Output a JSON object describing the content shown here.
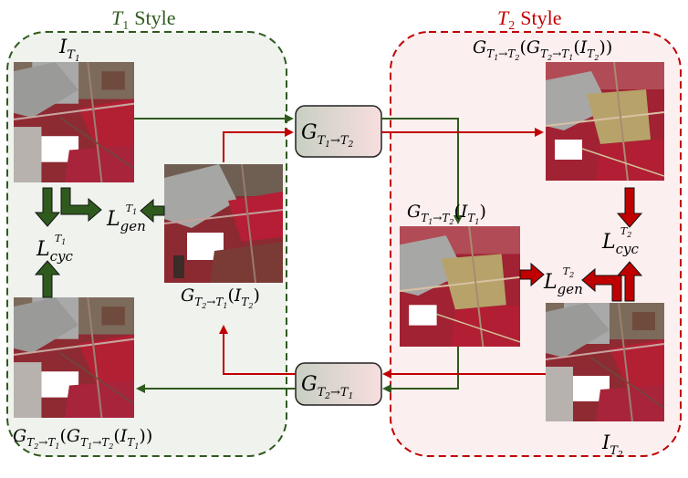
{
  "colors": {
    "t1_accent": "#2f5a1e",
    "t2_accent": "#c00000",
    "t1_panel_bg": "#f0f2ee",
    "t2_panel_bg": "#fcefef",
    "generator_box_gradient_start": "#c8cfc3",
    "generator_box_gradient_end": "#f7dede"
  },
  "panels": {
    "t1": {
      "title_symbol": "T",
      "title_subscript": "1",
      "title_word": "Style"
    },
    "t2": {
      "title_symbol": "T",
      "title_subscript": "2",
      "title_word": "Style"
    }
  },
  "generators": {
    "forward": {
      "name": "G",
      "subscript": "T1→T2"
    },
    "backward": {
      "name": "G",
      "subscript": "T2→T1"
    }
  },
  "image_labels": {
    "t1_input": "I_T1",
    "t1_to_t2": "G_T1→T2(I_T1)",
    "t2_to_t1": "G_T2→T1(I_T2)",
    "t1_cycle": "G_T2→T1(G_T1→T2(I_T1))",
    "t2_cycle": "G_T1→T2(G_T2→T1(I_T2))",
    "t2_input": "I_T2"
  },
  "losses": {
    "t1_gen": {
      "name": "L",
      "sub": "gen",
      "sup": "T1"
    },
    "t1_cyc": {
      "name": "L",
      "sub": "cyc",
      "sup": "T1"
    },
    "t2_gen": {
      "name": "L",
      "sub": "gen",
      "sup": "T2"
    },
    "t2_cyc": {
      "name": "L",
      "sub": "cyc",
      "sup": "T2"
    }
  },
  "icons": {
    "satellite_image": "false-color-satellite-thumbnail",
    "block_arrow": "thick-block-arrow",
    "thin_arrow": "thin-line-arrow"
  }
}
